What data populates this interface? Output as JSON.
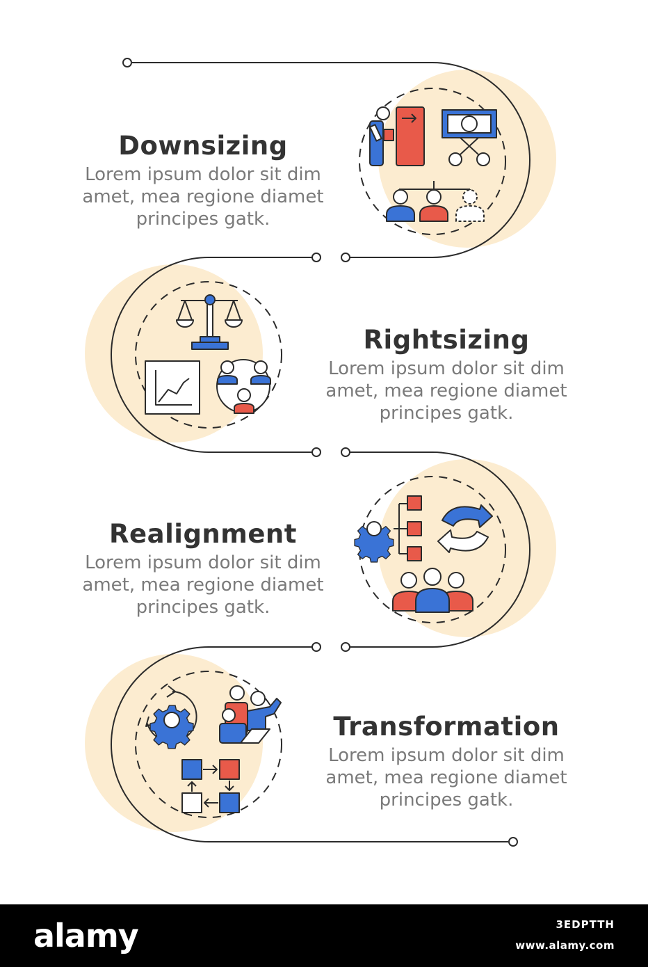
{
  "colors": {
    "blob": "#fcecd0",
    "line": "#2b2b2b",
    "blue": "#3a73d6",
    "red": "#e85a4a",
    "title": "#333333",
    "body": "#7a7a7a"
  },
  "steps": [
    {
      "title": "Downsizing",
      "lines": [
        "Lorem ipsum dolor sit dim",
        "amet, mea regione diamet",
        "principes gatk."
      ],
      "icon": "downsizing-icon"
    },
    {
      "title": "Rightsizing",
      "lines": [
        "Lorem ipsum dolor sit dim",
        "amet, mea regione diamet",
        "principes gatk."
      ],
      "icon": "rightsizing-icon"
    },
    {
      "title": "Realignment",
      "lines": [
        "Lorem ipsum dolor sit dim",
        "amet, mea regione diamet",
        "principes gatk."
      ],
      "icon": "realignment-icon"
    },
    {
      "title": "Transformation",
      "lines": [
        "Lorem ipsum dolor sit dim",
        "amet, mea regione diamet",
        "principes gatk."
      ],
      "icon": "transformation-icon"
    }
  ],
  "footer": {
    "brand": "alamy",
    "stock_id": "3EDPTTH",
    "url": "www.alamy.com"
  }
}
